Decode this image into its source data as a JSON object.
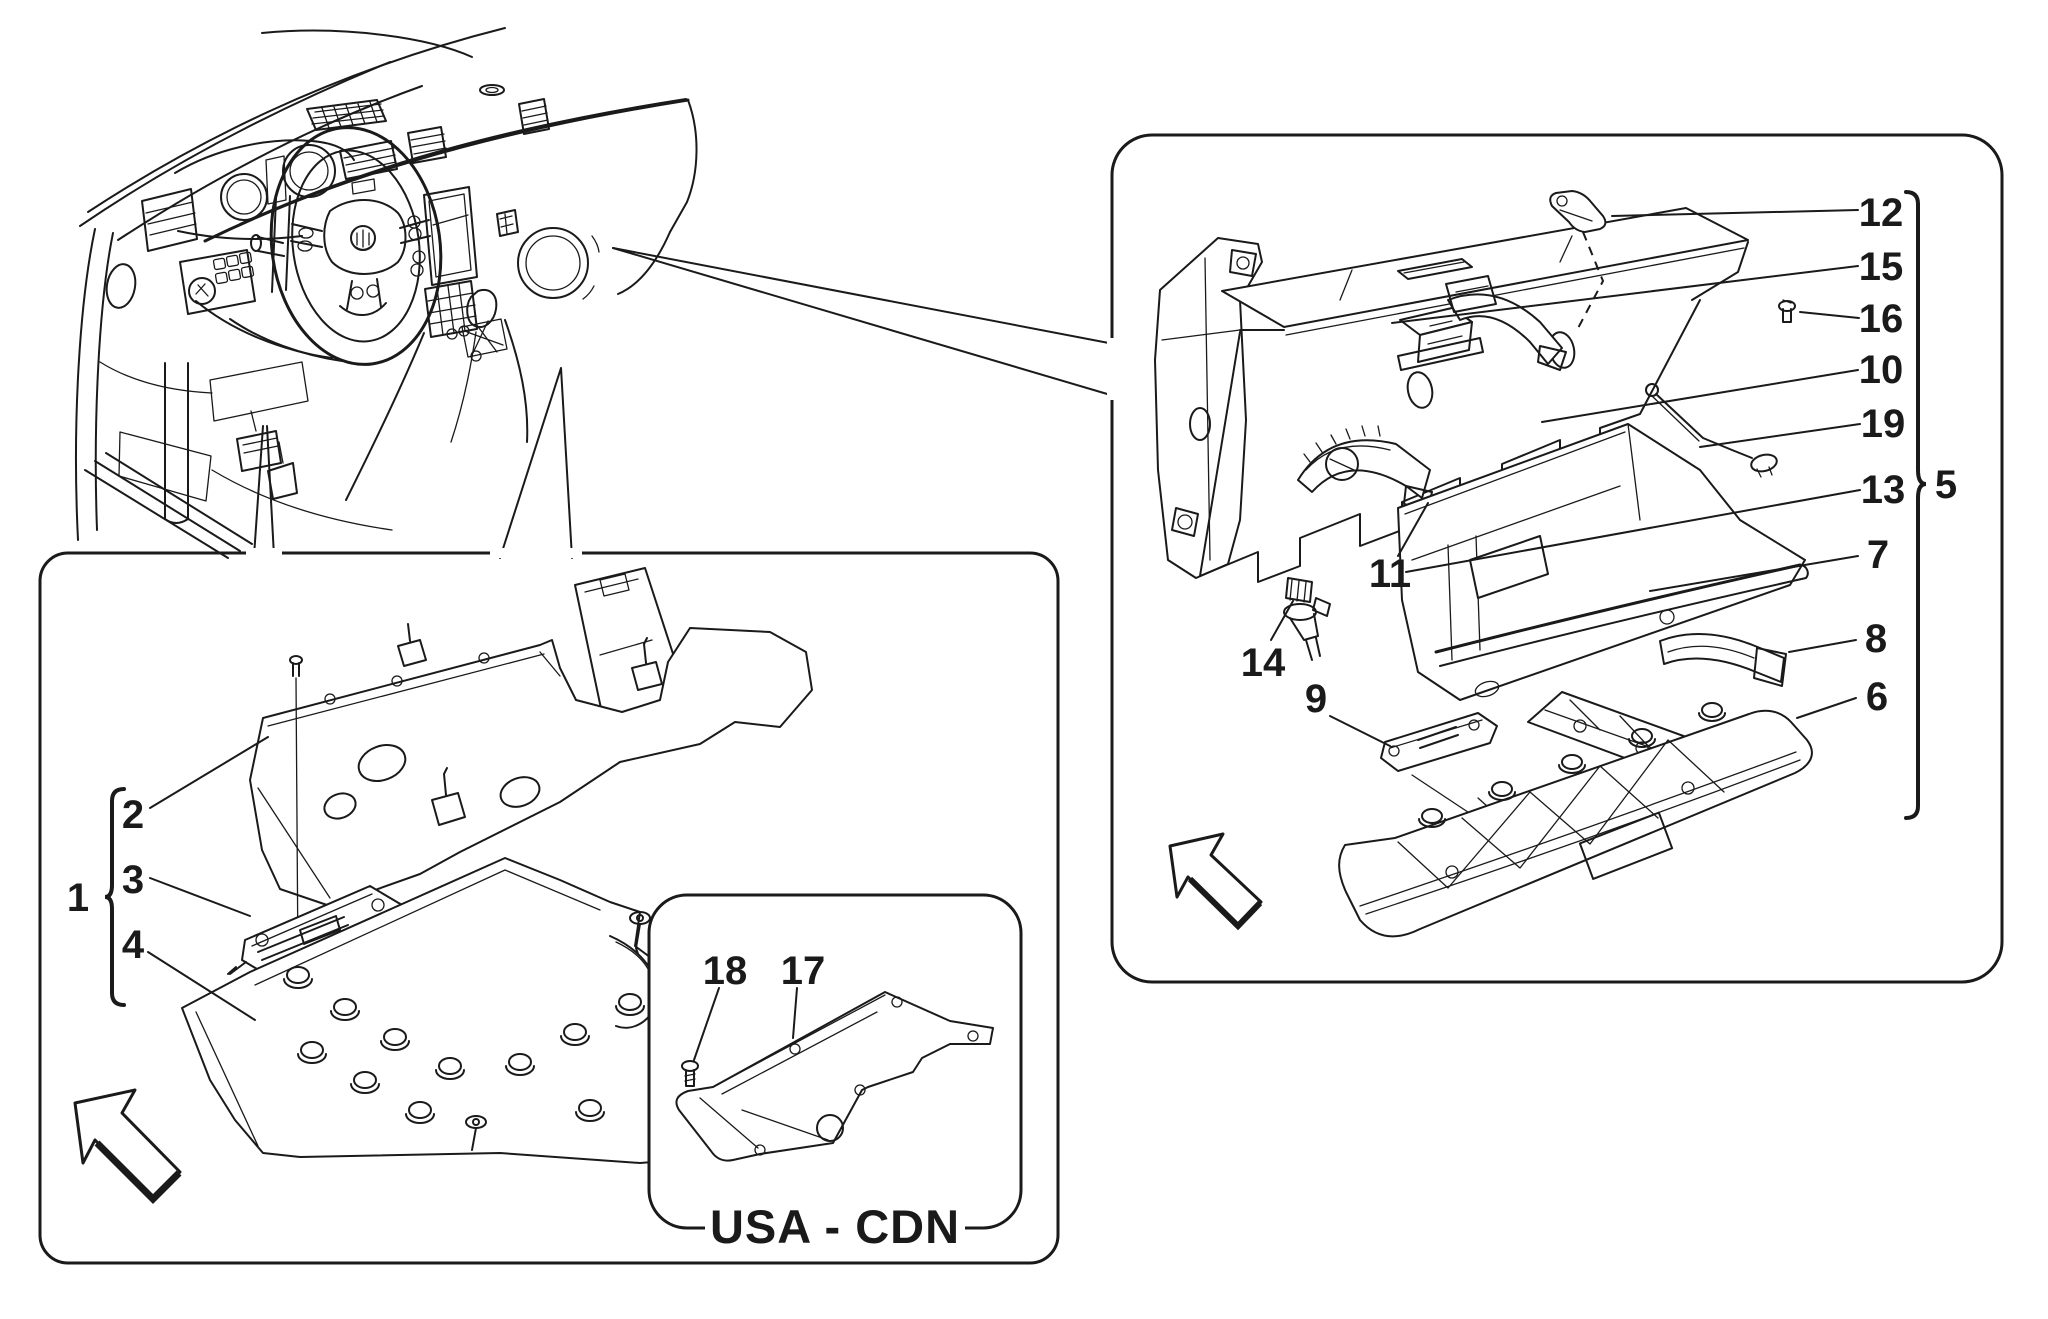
{
  "diagram": {
    "title_hint": "glove compartments exploded parts diagram",
    "left_panel": {
      "group_label": "1",
      "callouts": {
        "c2": "2",
        "c3": "3",
        "c4": "4"
      }
    },
    "usa_cdn_panel": {
      "label": "USA - CDN",
      "callouts": {
        "c17": "17",
        "c18": "18"
      }
    },
    "right_panel": {
      "group_label": "5",
      "callouts": {
        "c6": "6",
        "c7": "7",
        "c8": "8",
        "c9": "9",
        "c10": "10",
        "c11": "11",
        "c12": "12",
        "c13": "13",
        "c14": "14",
        "c15": "15",
        "c16": "16",
        "c19": "19"
      }
    }
  }
}
